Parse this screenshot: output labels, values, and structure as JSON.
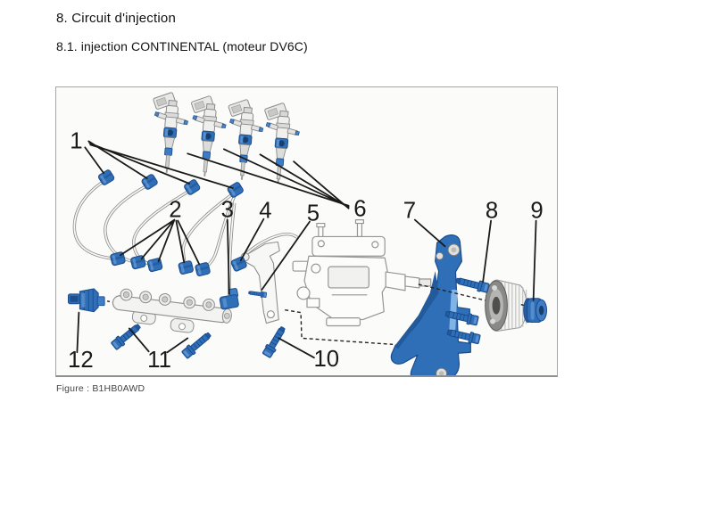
{
  "page": {
    "heading1": "8. Circuit d'injection",
    "heading2": "8.1. injection CONTINENTAL (moteur DV6C)"
  },
  "figure": {
    "caption": "Figure : B1HB0AWD",
    "callouts": [
      {
        "label": "1"
      },
      {
        "label": "2"
      },
      {
        "label": "3"
      },
      {
        "label": "4"
      },
      {
        "label": "5"
      },
      {
        "label": "6"
      },
      {
        "label": "7"
      },
      {
        "label": "8"
      },
      {
        "label": "9"
      },
      {
        "label": "10"
      },
      {
        "label": "11"
      },
      {
        "label": "12"
      }
    ],
    "colors": {
      "highlight_part_blue": "#2f6fb8",
      "highlight_part_blue_dark": "#1b4b8c",
      "line_art_grey": "#8f8f8f",
      "leader_line_black": "#1a1a1a"
    }
  }
}
